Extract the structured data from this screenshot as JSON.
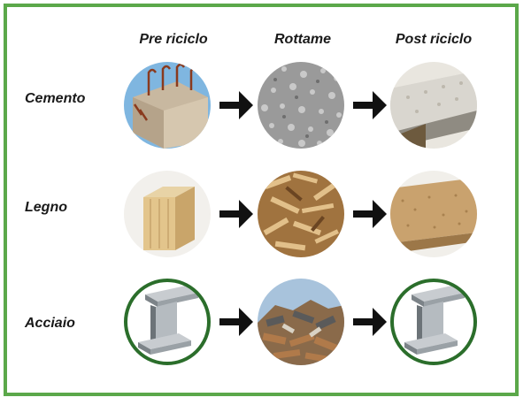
{
  "columns": {
    "pre": "Pre riciclo",
    "scrap": "Rottame",
    "post": "Post riciclo"
  },
  "rows": [
    {
      "label": "Cemento",
      "pre": "concrete-block-rebar-image",
      "scrap": "crushed-gravel-image",
      "post": "recycled-concrete-slab-image"
    },
    {
      "label": "Legno",
      "pre": "timber-beam-image",
      "scrap": "wood-chips-image",
      "post": "chipboard-panel-image"
    },
    {
      "label": "Acciaio",
      "pre": "steel-i-beam-image",
      "scrap": "scrap-metal-pile-image",
      "post": "steel-i-beam-image"
    }
  ],
  "colors": {
    "border": "#5ba84a",
    "ring": "#2b6e2b",
    "arrow": "#111111"
  }
}
